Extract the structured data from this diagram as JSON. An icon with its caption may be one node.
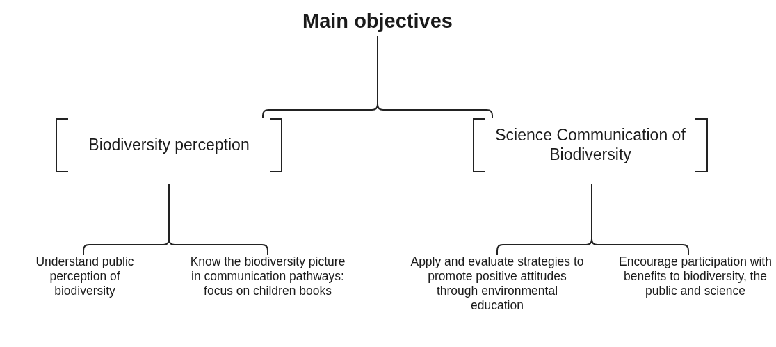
{
  "diagram": {
    "nodes": [
      {
        "text": [
          "Main objectives"
        ]
      },
      {
        "text": [
          "Biodiversity perception"
        ]
      },
      {
        "text": [
          "Science Communication of Biodiversity"
        ]
      },
      {
        "text": [
          "Understand public perception of biodiversity"
        ]
      },
      {
        "text": [
          "Know the biodiversity picture in communication pathways: focus on children books"
        ]
      },
      {
        "text": [
          "Apply and evaluate strategies to promote positive attitudes through environmental education"
        ]
      },
      {
        "text": [
          "Encourage participation with benefits to biodiversity, the public and science"
        ]
      }
    ],
    "edges": [
      {
        "from": 0,
        "to": 1,
        "arrow": "none"
      },
      {
        "from": 0,
        "to": 2,
        "arrow": "none"
      },
      {
        "from": 1,
        "to": 3,
        "arrow": "none"
      },
      {
        "from": 1,
        "to": 4,
        "arrow": "none"
      },
      {
        "from": 2,
        "to": 5,
        "arrow": "none"
      },
      {
        "from": 2,
        "to": 6,
        "arrow": "none"
      }
    ]
  }
}
